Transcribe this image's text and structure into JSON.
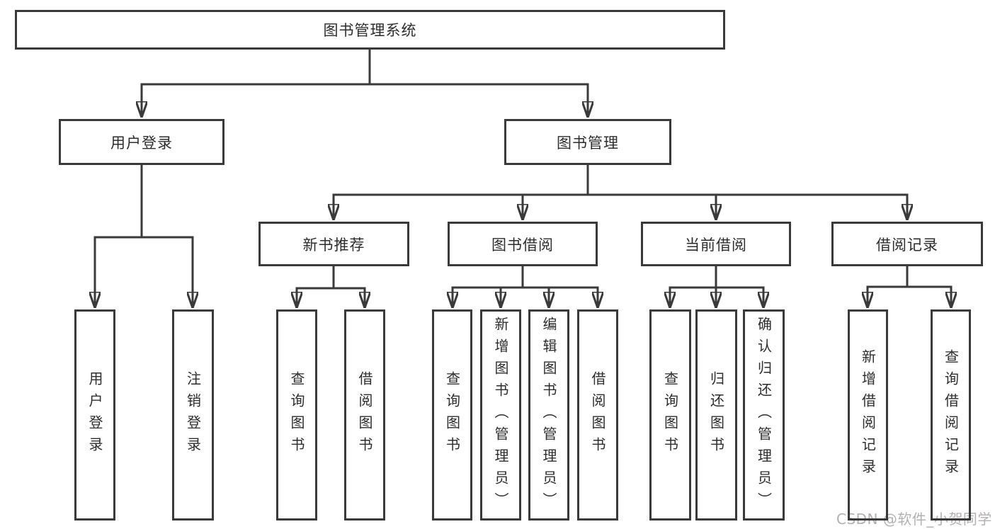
{
  "colors": {
    "background": "#ffffff",
    "line": "#3a3a3a",
    "box_border": "#3a3a3a",
    "text": "#2d2d2d",
    "watermark_text": "#b4b0af"
  },
  "nodes": {
    "root": "图书管理系统",
    "branches": {
      "user_login": "用户登录",
      "book_management": "图书管理"
    },
    "modules": {
      "new_book_recommend": "新书推荐",
      "book_borrowing": "图书借阅",
      "current_borrowing": "当前借阅",
      "borrowing_records": "借阅记录"
    },
    "leaves": {
      "user_login": "用户登录",
      "logout": "注销登录",
      "recommend_query_books": "查询图书",
      "recommend_borrow_books": "借阅图书",
      "borrowing_query_books": "查询图书",
      "borrowing_add_books": "新增图书（管理员）",
      "borrowing_edit_books": "编辑图书（管理员）",
      "borrowing_borrow_books": "借阅图书",
      "current_query_books": "查询图书",
      "current_return_books": "归还图书",
      "current_confirm_return": "确认归还（管理员）",
      "records_add_record": "新增借阅记录",
      "records_query_record": "查询借阅记录"
    }
  },
  "hierarchy": {
    "图书管理系统": {
      "用户登录": [
        "用户登录",
        "注销登录"
      ],
      "图书管理": {
        "新书推荐": [
          "查询图书",
          "借阅图书"
        ],
        "图书借阅": [
          "查询图书",
          "新增图书（管理员）",
          "编辑图书（管理员）",
          "借阅图书"
        ],
        "当前借阅": [
          "查询图书",
          "归还图书",
          "确认归还（管理员）"
        ],
        "借阅记录": [
          "新增借阅记录",
          "查询借阅记录"
        ]
      }
    }
  },
  "watermark": "CSDN @软件_小贺同学"
}
